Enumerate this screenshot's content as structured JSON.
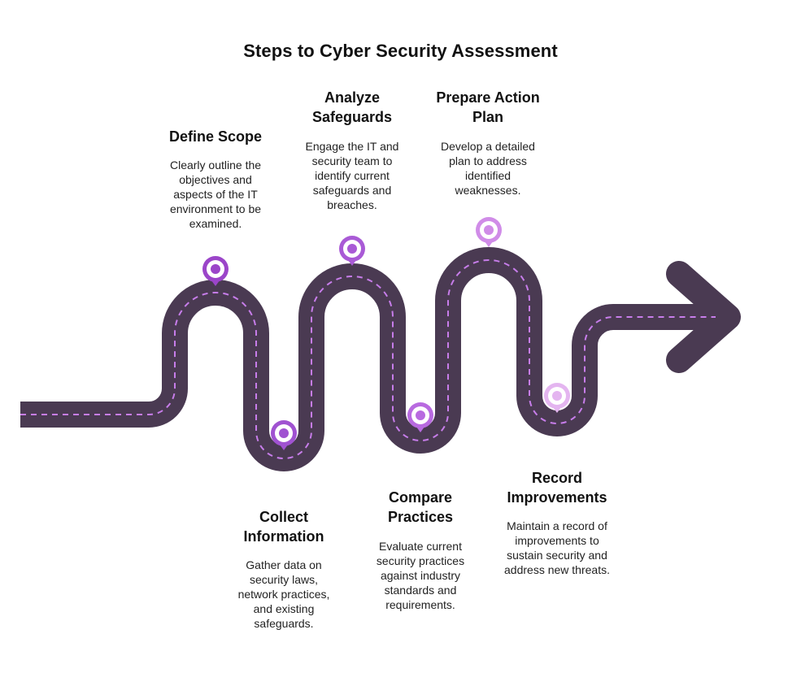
{
  "title": "Steps to Cyber Security Assessment",
  "colors": {
    "road": "#4a3a52",
    "dash": "#c77dea",
    "marker_1": "#9b45c9",
    "marker_2": "#a052d1",
    "marker_3": "#a95ad6",
    "marker_4": "#b86ae0",
    "marker_5": "#d08ce8",
    "marker_6": "#e4b5f0"
  },
  "steps": [
    {
      "title": "Define Scope",
      "description": "Clearly outline the objectives and aspects of the IT environment to be examined.",
      "icon": "location-pin-icon"
    },
    {
      "title": "Collect Information",
      "description": "Gather data on security laws, network practices, and existing safeguards.",
      "icon": "location-pin-icon"
    },
    {
      "title": "Analyze Safeguards",
      "description": "Engage the IT and security team to identify current safeguards and breaches.",
      "icon": "location-pin-icon"
    },
    {
      "title": "Compare Practices",
      "description": "Evaluate current security practices against industry standards and requirements.",
      "icon": "location-pin-icon"
    },
    {
      "title": "Prepare Action Plan",
      "description": "Develop a detailed plan to address identified weaknesses.",
      "icon": "location-pin-icon"
    },
    {
      "title": "Record Improvements",
      "description": "Maintain a record of improvements to sustain security and address new threats.",
      "icon": "location-pin-icon"
    }
  ]
}
